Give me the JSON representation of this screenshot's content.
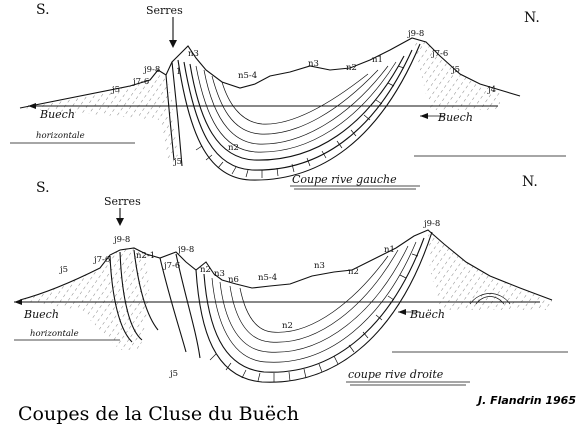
{
  "upper_section": {
    "south_label": "S.",
    "north_label": "N.",
    "town_label": "Serres",
    "river_label_left": "Buech",
    "horizontal_label": "horizontale",
    "river_label_right": "Buech",
    "caption": "Coupe rive gauche",
    "strata": {
      "j5_left": "j5",
      "j76": "j7-6",
      "j98_left": "j9-8",
      "n1_a": "1",
      "n3_left": "n3",
      "n54": "n5-4",
      "n3_right": "n3",
      "n2_top": "n2",
      "n1_right": "n1",
      "j98_right": "j9-8",
      "j76_right": "j7-6",
      "j5_right": "j5",
      "j4": "j4",
      "n2_bottom": "n2",
      "j5_bottom": "j5"
    }
  },
  "lower_section": {
    "south_label": "S.",
    "north_label": "N.",
    "town_label": "Serres",
    "river_label_left": "Buech",
    "horizontal_label": "horizontale",
    "river_label_right": "Buëch",
    "caption": "coupe rive droite",
    "strata": {
      "j98_top": "j9-8",
      "j5_left": "j5",
      "j76_left": "j7-6",
      "n21": "n2-1",
      "j76_mid": "j7-6",
      "j98_mid": "j9-8",
      "n2_a": "n2",
      "n3_a": "n3",
      "n6": "n6",
      "n54": "n5-4",
      "n3_b": "n3",
      "n2_b": "n2",
      "n1": "n1",
      "j98_right": "j9-8",
      "n2_bottom": "n2",
      "j5_bottom": "j5"
    }
  },
  "title": "Coupes de la Cluse du Buëch",
  "author": "J. Flandrin 1965"
}
